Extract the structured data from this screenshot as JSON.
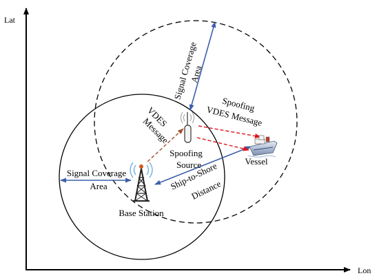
{
  "axes": {
    "y_label": "Lat",
    "x_label": "Lon"
  },
  "labels": {
    "signal_coverage_upper_line1": "Signal Coverage",
    "signal_coverage_upper_line2": "Area",
    "spoofing_vdes_line1": "Spoofing",
    "spoofing_vdes_line2": "VDES Message",
    "vdes_message_line1": "VDES",
    "vdes_message_line2": "Message",
    "spoofing_source_line1": "Spoofing",
    "spoofing_source_line2": "Source",
    "vessel": "Vessel",
    "signal_coverage_left_line1": "Signal Coverage",
    "signal_coverage_left_line2": "Area",
    "ship_to_shore_line1": "Ship-to-Shore",
    "ship_to_shore_line2": "Distance",
    "base_station": "Base Station"
  },
  "icons": {
    "base_station": "radio-tower-icon",
    "spoofing_source": "antenna-icon",
    "vessel": "ship-icon"
  },
  "colors": {
    "blue_arrow": "#3c5fa8",
    "red_arrow": "#e0141e",
    "brown_arrow": "#a0522d",
    "signal_wave": "#7fb3e0"
  }
}
